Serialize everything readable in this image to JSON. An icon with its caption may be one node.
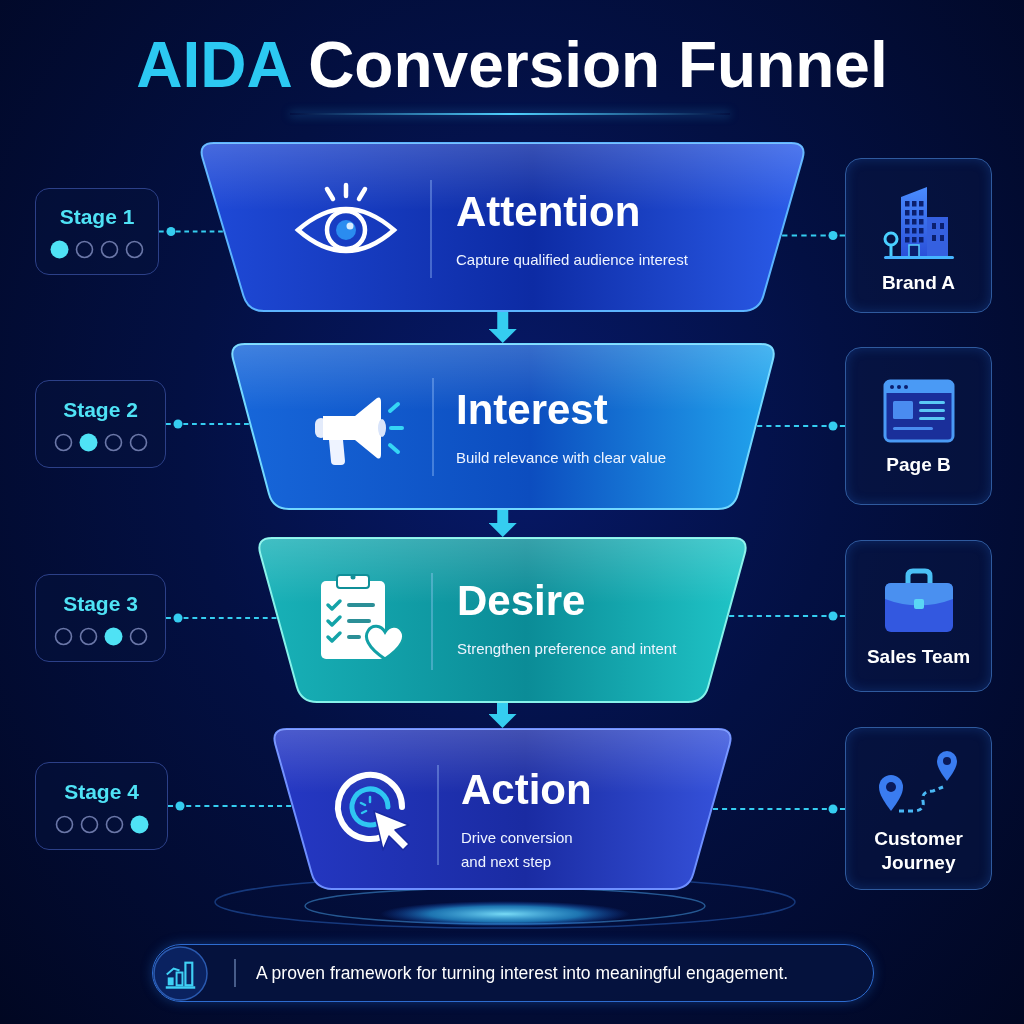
{
  "diagram": {
    "title": "AIDA Conversion Funnel",
    "nodes": [
      {
        "text": [
          "Stage 1"
        ]
      },
      {
        "text": [
          "Attention",
          "Capture qualified audience interest"
        ]
      },
      {
        "text": [
          "Brand A"
        ]
      },
      {
        "text": [
          "Stage 2"
        ]
      },
      {
        "text": [
          "Interest",
          "Build relevance with clear value"
        ]
      },
      {
        "text": [
          "Page B"
        ]
      },
      {
        "text": [
          "Stage 3"
        ]
      },
      {
        "text": [
          "Desire",
          "Strengthen preference and intent"
        ]
      },
      {
        "text": [
          "Sales Team"
        ]
      },
      {
        "text": [
          "Stage 4"
        ]
      },
      {
        "text": [
          "Action",
          "Drive conversion and next step"
        ]
      },
      {
        "text": [
          "Customer Journey"
        ]
      },
      {
        "text": [
          "A proven framework for turning interest into meaningful engagement."
        ]
      }
    ],
    "edges": [
      {
        "from": 0,
        "to": 1,
        "arrow": "other",
        "style": "dashed"
      },
      {
        "from": 2,
        "to": 1,
        "arrow": "other",
        "style": "dashed"
      },
      {
        "from": 1,
        "to": 4,
        "arrow": "to",
        "style": "thick"
      },
      {
        "from": 3,
        "to": 4,
        "arrow": "other",
        "style": "dashed"
      },
      {
        "from": 5,
        "to": 4,
        "arrow": "other",
        "style": "dashed"
      },
      {
        "from": 4,
        "to": 7,
        "arrow": "to",
        "style": "thick"
      },
      {
        "from": 6,
        "to": 7,
        "arrow": "other",
        "style": "dashed"
      },
      {
        "from": 8,
        "to": 7,
        "arrow": "other",
        "style": "dashed"
      },
      {
        "from": 7,
        "to": 10,
        "arrow": "to",
        "style": "thick"
      },
      {
        "from": 9,
        "to": 10,
        "arrow": "other",
        "style": "dashed"
      },
      {
        "from": 11,
        "to": 10,
        "arrow": "other",
        "style": "dashed"
      }
    ]
  }
}
